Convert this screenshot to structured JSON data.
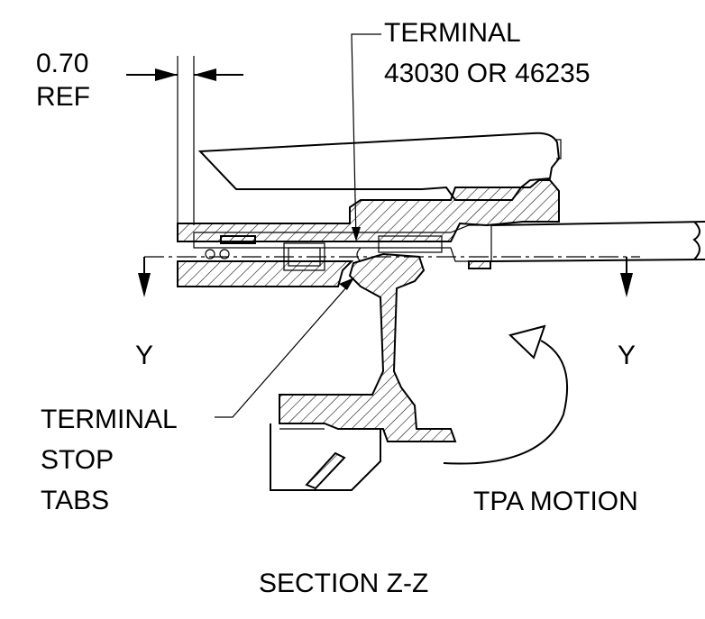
{
  "dimension": {
    "value": "0.70",
    "note": "REF"
  },
  "callout_terminal": {
    "line1": "TERMINAL",
    "line2": "43030 OR 46235"
  },
  "callout_stop": {
    "line1": "TERMINAL",
    "line2": "STOP",
    "line3": "TABS"
  },
  "section_arrow_left": "Y",
  "section_arrow_right": "Y",
  "motion_label": "TPA MOTION",
  "section_title": "SECTION Z-Z"
}
